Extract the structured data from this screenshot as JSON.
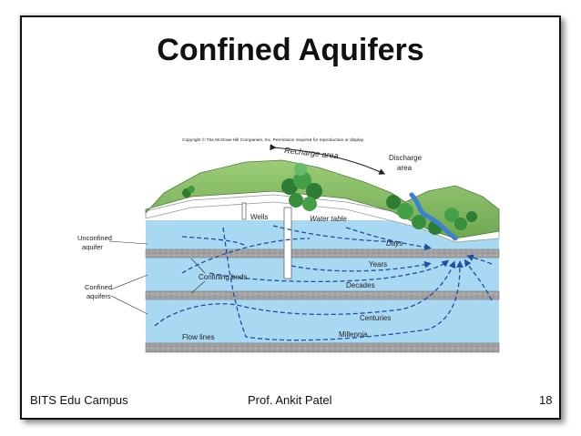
{
  "slide": {
    "title": "Confined Aquifers",
    "footer_left": "BITS Edu Campus",
    "footer_center": "Prof. Ankit Patel",
    "footer_right": "18"
  },
  "diagram": {
    "copyright": "Copyright © The McGraw-Hill Companies, Inc. Permission required for reproduction or display.",
    "recharge_area": "Recharge area",
    "discharge_area_line1": "Discharge",
    "discharge_area_line2": "area",
    "wells": "Wells",
    "water_table": "Water table",
    "unconfined_aquifer_line1": "Unconfined",
    "unconfined_aquifer_line2": "aquifer",
    "confined_aquifers_line1": "Confined",
    "confined_aquifers_line2": "aquifers",
    "confining_beds": "Confining beds",
    "flow_lines": "Flow lines",
    "days": "Days",
    "years": "Years",
    "decades": "Decades",
    "centuries": "Centuries",
    "millennia": "Millennia"
  },
  "colors": {
    "water": "#a9d8f2",
    "water_deep": "#8fcaed",
    "confining_bed": "#9e9e9e",
    "ground": "#8cc06a",
    "ground_dark": "#5f9a44",
    "flow_line": "#1e4fa0",
    "river": "#3d7fd1"
  }
}
